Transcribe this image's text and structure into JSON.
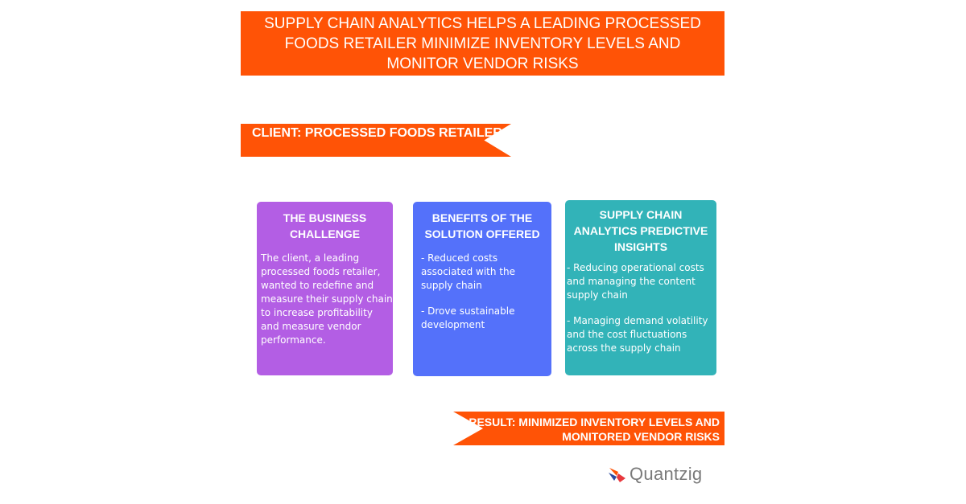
{
  "title": "SUPPLY CHAIN ANALYTICS HELPS A LEADING PROCESSED FOODS RETAILER MINIMIZE INVENTORY LEVELS AND MONITOR VENDOR RISKS",
  "client_label": "CLIENT: PROCESSED FOODS RETAILER",
  "cards": [
    {
      "title": "THE BUSINESS CHALLENGE",
      "paragraphs": [
        "The client, a leading processed foods retailer, wanted to redefine and measure their supply chain to increase profitability and measure vendor performance."
      ],
      "color": "#b35ee4"
    },
    {
      "title": "BENEFITS OF THE SOLUTION OFFERED",
      "paragraphs": [
        "- Reduced costs associated with the supply chain",
        "- Drove sustainable development"
      ],
      "color": "#5471fa"
    },
    {
      "title": "SUPPLY CHAIN ANALYTICS PREDICTIVE INSIGHTS",
      "paragraphs": [
        "- Reducing operational costs and managing the content supply chain",
        "- Managing demand volatility and the cost fluctuations across the supply chain"
      ],
      "color": "#32b3b8"
    }
  ],
  "result_label": "RESULT: MINIMIZED INVENTORY LEVELS AND MONITORED VENDOR RISKS",
  "brand": {
    "name": "Quantzig",
    "logo_icon": "quantzig-logo-icon",
    "accent": "#ff5306"
  }
}
